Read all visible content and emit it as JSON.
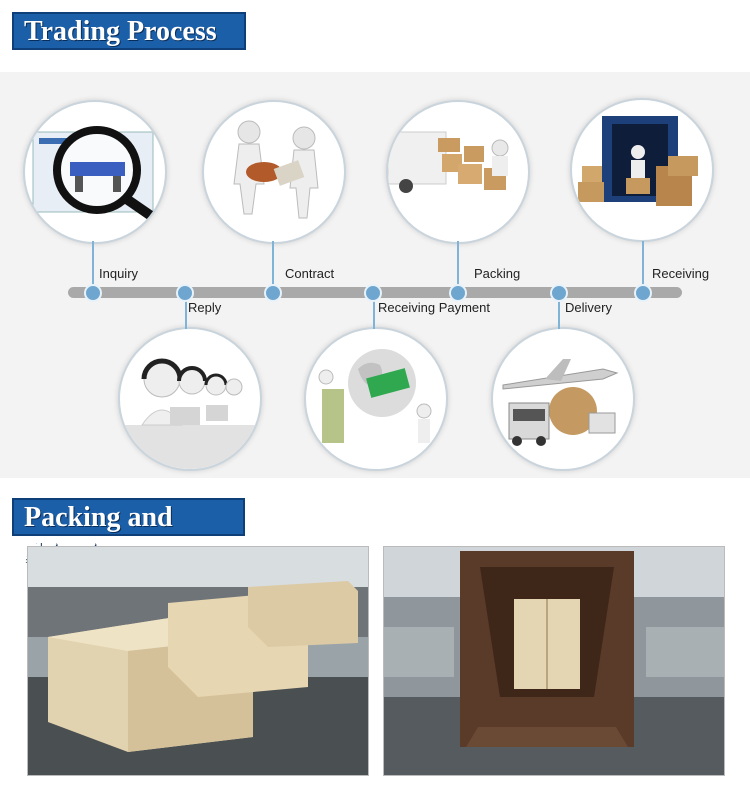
{
  "trading": {
    "title": "Trading Process",
    "steps": [
      {
        "label": "Inquiry"
      },
      {
        "label": "Reply"
      },
      {
        "label": "Contract"
      },
      {
        "label": "Receiving Payment"
      },
      {
        "label": "Packing"
      },
      {
        "label": "Delivery"
      },
      {
        "label": "Receiving"
      }
    ]
  },
  "shipping": {
    "title": "Packing and shipping"
  },
  "colors": {
    "banner": "#1b5fa8",
    "timeline": "#a9a9a9",
    "node": "#6fa6cf"
  },
  "icons": [
    "magnifier-icon",
    "handshake-icon",
    "truck-icon",
    "container-icon",
    "headset-operators-icon",
    "globe-money-icon",
    "plane-truck-icon"
  ]
}
